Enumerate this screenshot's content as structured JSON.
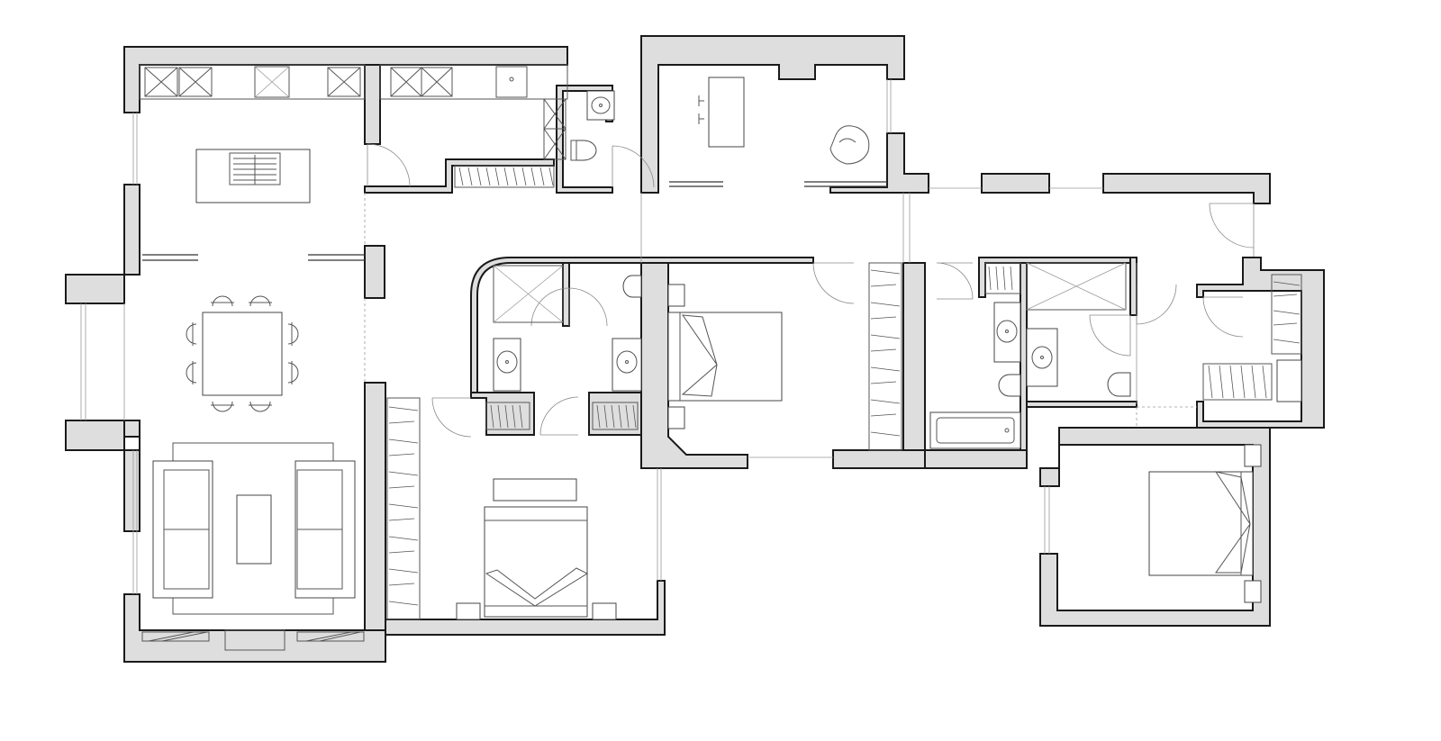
{
  "diagram": {
    "kind": "architectural floor plan",
    "colors": {
      "wall_fill": "#dedede",
      "wall_stroke": "#1a1a1a",
      "fixture_line": "#444444",
      "background": "#ffffff"
    },
    "rooms": [
      "kitchen-living-dining",
      "pantry",
      "guest-wc",
      "study",
      "ensuite-1",
      "bedroom-2",
      "bedroom-1",
      "bathroom",
      "ensuite-2",
      "walk-in-closet",
      "bedroom-3",
      "hallway"
    ],
    "text_labels": []
  }
}
